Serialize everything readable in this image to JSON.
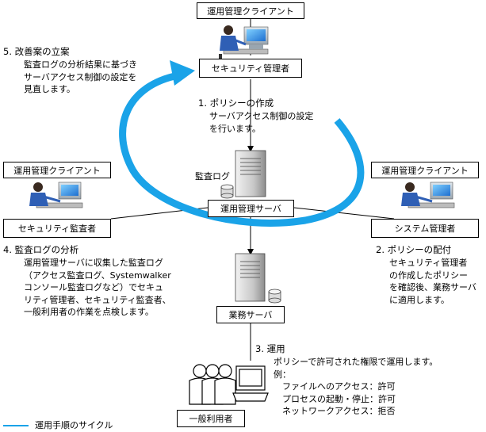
{
  "colors": {
    "cycle": "#1aa3e8",
    "line": "#000000"
  },
  "boxes": {
    "top_client": "運用管理クライアント",
    "security_admin": "セキュリティ管理者",
    "left_client": "運用管理クライアント",
    "security_auditor": "セキュリティ監査者",
    "right_client": "運用管理クライアント",
    "system_admin": "システム管理者",
    "admin_server": "運用管理サーバ",
    "business_server": "業務サーバ",
    "general_user": "一般利用者"
  },
  "audit_log_label": "監査ログ",
  "steps": {
    "s1": {
      "title": "1. ポリシーの作成",
      "lines": [
        "サーバアクセス制御の設定",
        "を行います。"
      ]
    },
    "s2": {
      "title": "2. ポリシーの配付",
      "lines": [
        "セキュリティ管理者",
        "の作成したポリシー",
        "を確認後、業務サーバ",
        "に適用します。"
      ]
    },
    "s3": {
      "title": "3. 運用",
      "lines": [
        "ポリシーで許可された権限で運用します。",
        "例：",
        "　ファイルへのアクセス：許可",
        "　プロセスの起動・停止：許可",
        "　ネットワークアクセス：拒否"
      ]
    },
    "s4": {
      "title": "4. 監査ログの分析",
      "lines": [
        "運用管理サーバに収集した監査ログ",
        "（アクセス監査ログ、Systemwalker",
        "コンソール監査ログなど）でセキュ",
        "リティ管理者、セキュリティ監査者、",
        "一般利用者の作業を点検します。"
      ]
    },
    "s5": {
      "title": "5. 改善案の立案",
      "lines": [
        "監査ログの分析結果に基づき",
        "サーバアクセス制御の設定を",
        "見直します。"
      ]
    }
  },
  "legend": {
    "label": "運用手順のサイクル"
  }
}
